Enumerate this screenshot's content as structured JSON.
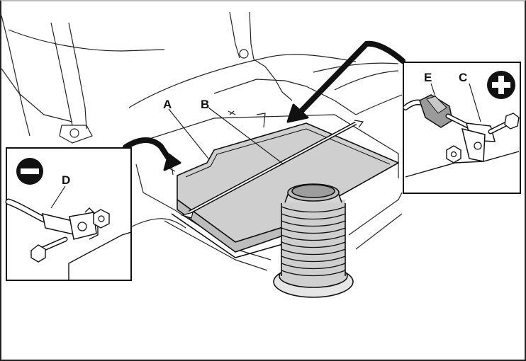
{
  "callouts": {
    "a": "A",
    "b": "B",
    "c": "C",
    "d": "D",
    "e": "E"
  },
  "terminal_symbols": {
    "negative": "minus-symbol",
    "positive": "plus-symbol"
  },
  "colors": {
    "line": "#111111",
    "battery_fill": "#d6d6d6",
    "battery_top": "#c8c8c8",
    "background": "#ffffff"
  }
}
